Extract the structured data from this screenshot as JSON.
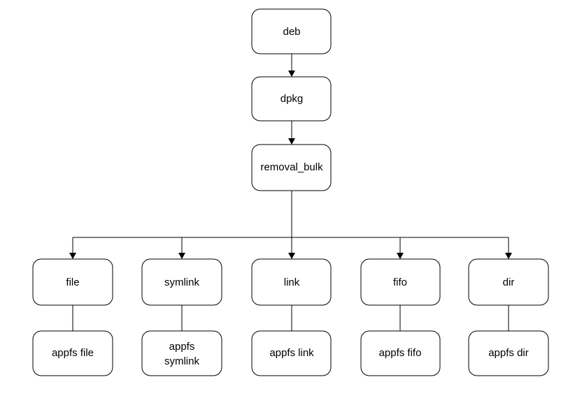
{
  "nodes": {
    "deb": "deb",
    "dpkg": "dpkg",
    "removal_bulk": "removal_bulk",
    "file": "file",
    "symlink": "symlink",
    "link": "link",
    "fifo": "fifo",
    "dir": "dir",
    "appfs_file": "appfs file",
    "appfs_symlink_line1": "appfs",
    "appfs_symlink_line2": "symlink",
    "appfs_link": "appfs link",
    "appfs_fifo": "appfs fifo",
    "appfs_dir": "appfs dir"
  },
  "colors": {
    "stroke": "#000000",
    "fill": "#ffffff",
    "text": "#000000"
  }
}
